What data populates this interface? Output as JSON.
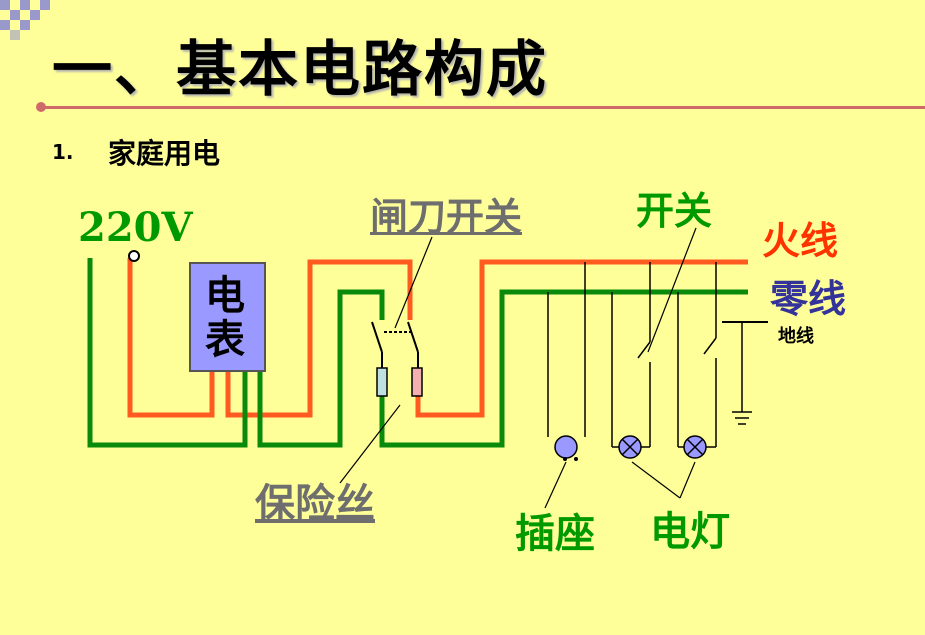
{
  "slide": {
    "title": "一、基本电路构成",
    "subtitle_number": "1.",
    "subtitle": "家庭用电"
  },
  "labels": {
    "voltage": "220V",
    "knife_switch": "闸刀开关",
    "switch": "开关",
    "live_wire": "火线",
    "neutral_wire": "零线",
    "ground_wire": "地线",
    "meter_line1": "电",
    "meter_line2": "表",
    "fuse": "保险丝",
    "socket": "插座",
    "lamp": "电灯"
  },
  "colors": {
    "background": "#ffff99",
    "live": "#ff5a1f",
    "neutral": "#0a8a0a",
    "meter_fill": "#9999ff",
    "label_gray": "#6e6e6e",
    "label_green": "#009900",
    "label_red": "#ff3300",
    "label_blue": "#333399"
  }
}
